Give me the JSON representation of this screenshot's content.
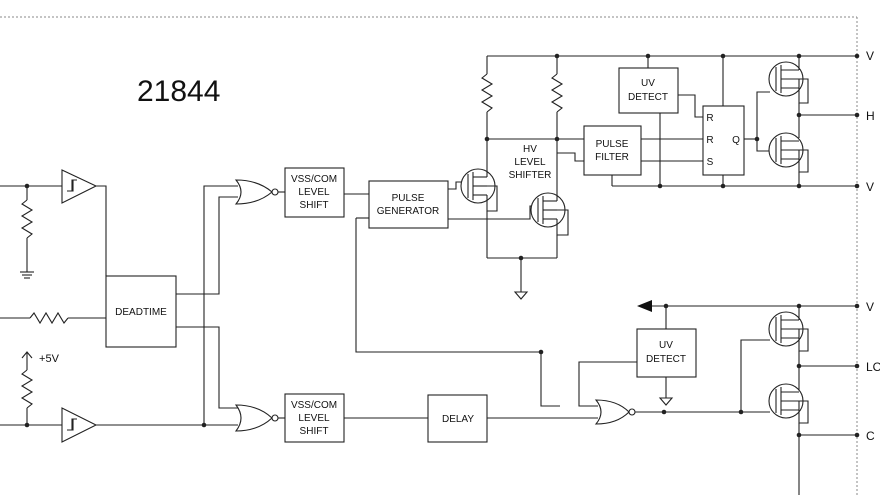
{
  "diagram": {
    "part_number": "21844",
    "blocks": {
      "deadtime": "DEADTIME",
      "level_shift_hi": [
        "VSS/COM",
        "LEVEL",
        "SHIFT"
      ],
      "level_shift_lo": [
        "VSS/COM",
        "LEVEL",
        "SHIFT"
      ],
      "pulse_generator": [
        "PULSE",
        "GENERATOR"
      ],
      "hv_level_shifter": [
        "HV",
        "LEVEL",
        "SHIFTER"
      ],
      "pulse_filter": [
        "PULSE",
        "FILTER"
      ],
      "uv_detect_hi": [
        "UV",
        "DETECT"
      ],
      "uv_detect_lo": [
        "UV",
        "DETECT"
      ],
      "delay": "DELAY",
      "rs_latch": {
        "r1": "R",
        "r2": "R",
        "s": "S",
        "q": "Q"
      }
    },
    "supply_label": "+5V",
    "pins_right": [
      "V",
      "H",
      "V",
      "V",
      "LO",
      "C"
    ]
  }
}
